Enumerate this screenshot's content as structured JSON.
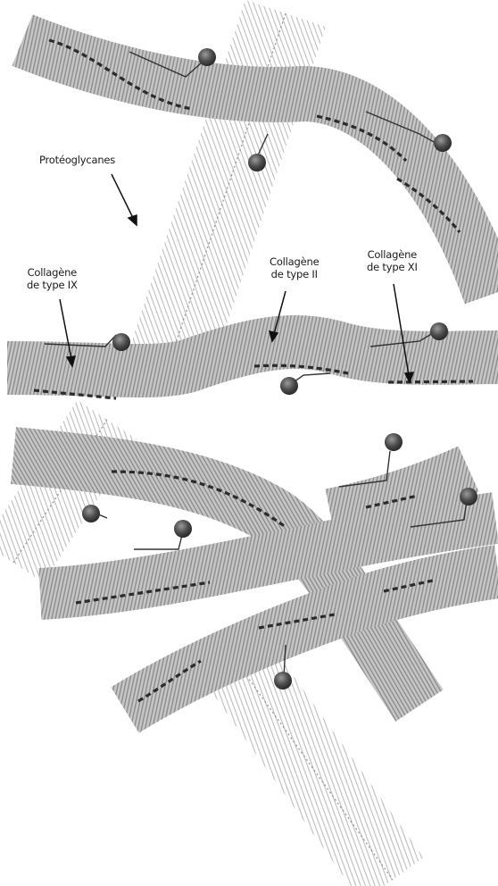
{
  "labels": {
    "proteoglycans": "Protéoglycanes",
    "type_ix": {
      "line1": "Collagène",
      "line2": "de type IX"
    },
    "type_ii": {
      "line1": "Collagène",
      "line2": "de type II"
    },
    "type_xi": {
      "line1": "Collagène",
      "line2": "de type XI"
    }
  },
  "colors": {
    "fibril_fill": "#c9c9c9",
    "fibril_stripe": "#8a8a8a",
    "proteoglycan_stripe": "#b5b5b5",
    "dash": "#2b2b2b",
    "ball": "#4a4a4a",
    "line": "#333333"
  }
}
